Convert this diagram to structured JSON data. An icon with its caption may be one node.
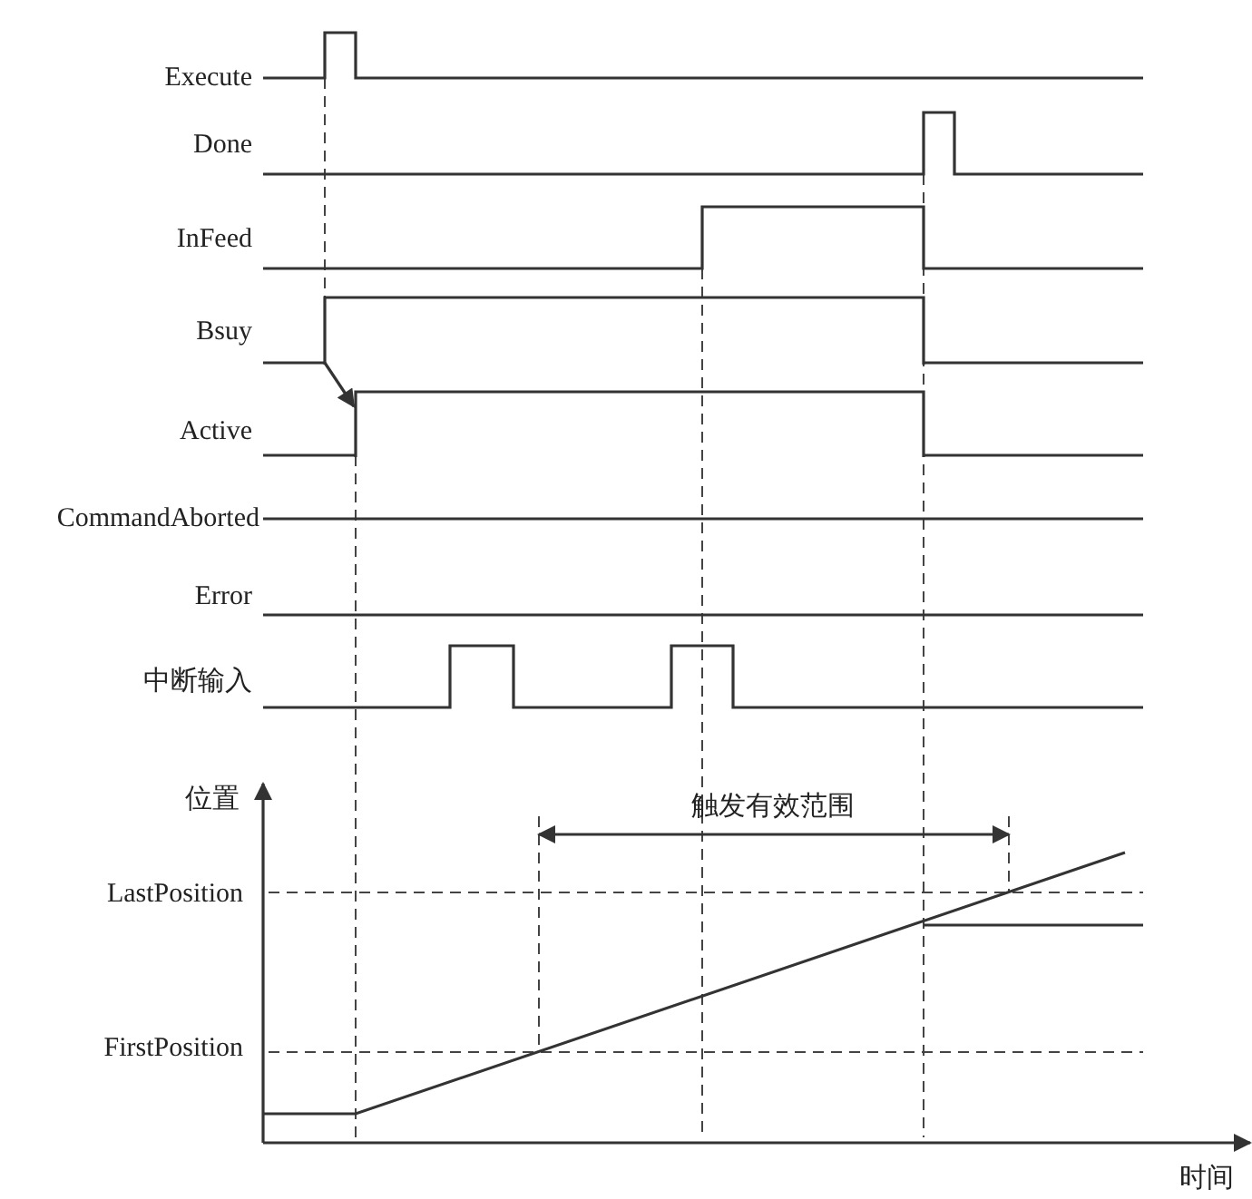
{
  "diagram": {
    "nodes": [
      {
        "text": [],
        "shape": "bar"
      },
      {
        "text": [],
        "shape": "bar"
      }
    ],
    "edges": [
      {
        "from": 0,
        "to": 1,
        "arrow": "to"
      }
    ],
    "labels": [
      "Execute",
      "Done",
      "InFeed",
      "Bsuy",
      "Active",
      "CommandAborted",
      "Error",
      "中断输入",
      "位置",
      "触发有效范围",
      "LastPosition",
      "FirstPosition",
      "时间"
    ]
  }
}
